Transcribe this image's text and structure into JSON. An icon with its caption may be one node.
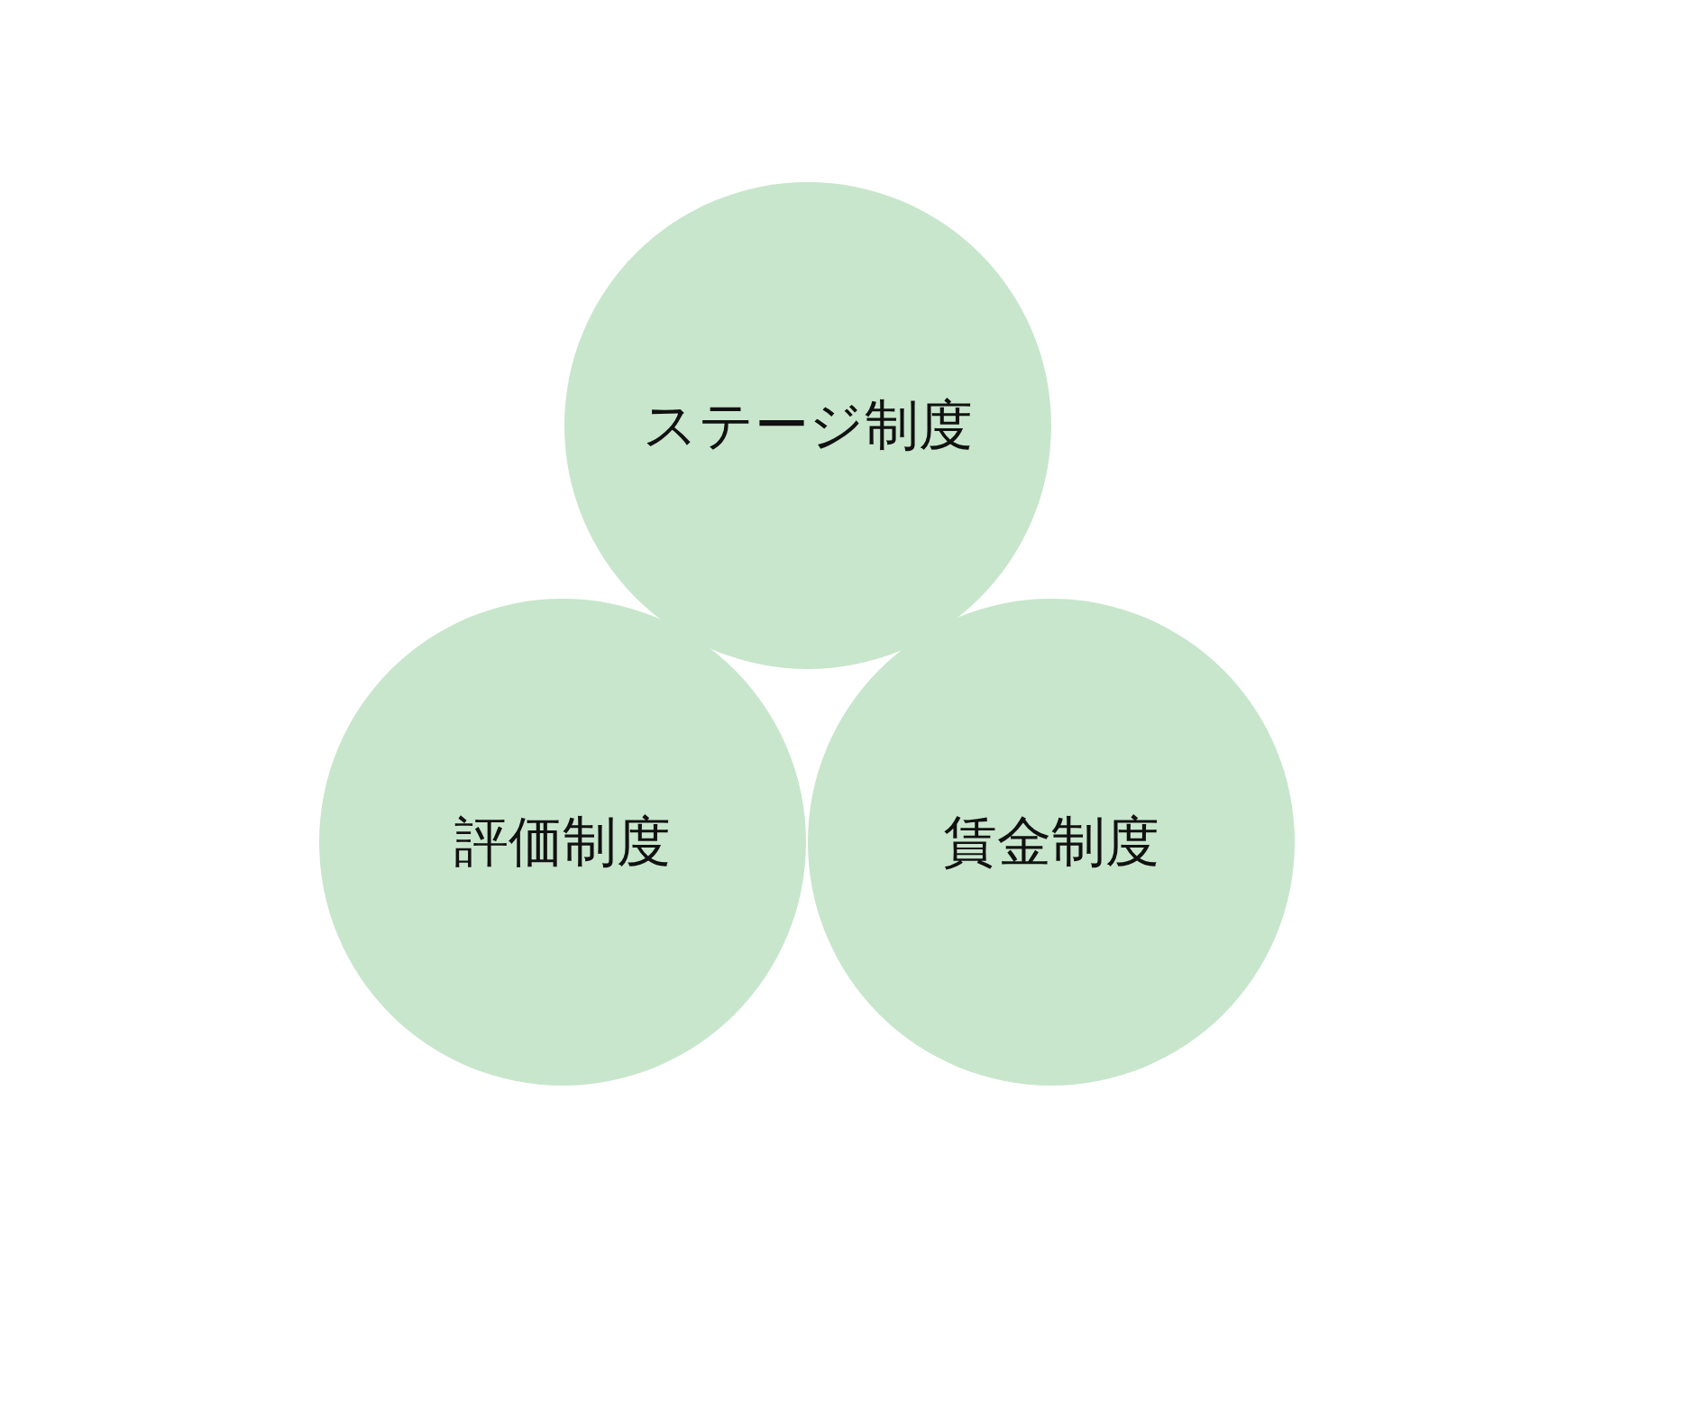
{
  "diagram": {
    "nodes": [
      {
        "text": [
          "ステージ制度"
        ]
      },
      {
        "text": [
          "評価制度"
        ]
      },
      {
        "text": [
          "賃金制度"
        ]
      }
    ]
  }
}
